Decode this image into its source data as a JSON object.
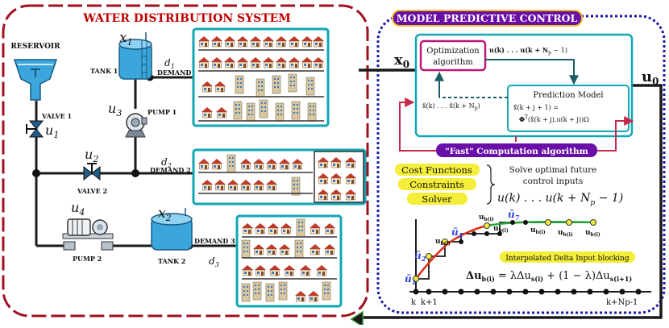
{
  "left_panel": {
    "title": "WATER DISTRIBUTION SYSTEM",
    "reservoir": "RESERVOIR",
    "tank1": "TANK 1",
    "tank2": "TANK 2",
    "pump1": "PUMP 1",
    "pump2": "PUMP 2",
    "valve1": "VALVE 1",
    "valve2": "VALVE 2",
    "demand1": "DEMAND 1",
    "demand2": "DEMAND 2",
    "demand3": "DEMAND 3",
    "x1": "x",
    "x1_sub": "1",
    "x2": "x",
    "x2_sub": "2",
    "u1": "u",
    "u1_sub": "1",
    "u2": "u",
    "u2_sub": "2",
    "u3": "u",
    "u3_sub": "3",
    "u4": "u",
    "u4_sub": "4",
    "d1": "d",
    "d1_sub": "1",
    "d2": "d",
    "d2_sub": "2",
    "d3": "d",
    "d3_sub": "3"
  },
  "mpc_panel": {
    "title": "MODEL PREDICTIVE CONTROL",
    "x0": "x",
    "x0_sub": "0",
    "u0": "u",
    "u0_sub": "0",
    "optimization_line1": "Optimization",
    "optimization_line2": "algorithm",
    "u_sequence": "u(k) . . . u(k + N",
    "u_sequence_sub": "p",
    "u_sequence_end": " − 1)",
    "x_sequence": "x̂(k) . . . x̂(k + N",
    "x_sequence_sub": "p",
    "x_sequence_end": ")",
    "prediction_title": "Prediction Model",
    "prediction_eq1": "x̂(k + j + 1) =",
    "prediction_eq2": "Φ",
    "prediction_eq2_sup": "T",
    "prediction_eq2_end": "(x̂(k + j),u(k + j))Ω",
    "fast_label": "\"Fast\" Computation algorithm",
    "cost_functions": "Cost Functions",
    "constraints": "Constraints",
    "solver": "Solver",
    "solve_line1": "Solve optimal future",
    "solve_line2": "control inputs",
    "u_horizon": "u(k)  . . .  u(k + N",
    "u_horizon_sub": "p",
    "u_horizon_end": " − 1)",
    "blocking_label": "Interpolated Delta Input blocking",
    "delta_eq_a": "Δu",
    "delta_eq_a_sub": "b(i)",
    "delta_eq_b": " = λΔu",
    "delta_eq_b_sub": "s(i)",
    "delta_eq_c": " + (1 − λ)Δu",
    "delta_eq_c_sub": "s(i+1)",
    "axis_k": "k",
    "axis_k1": "k+1",
    "axis_end": "k+Np-1",
    "ubar1": "ū",
    "ubar1_sub": "1",
    "ubar2": "ū",
    "ubar2_sub": "2",
    "ubar4": "ū",
    "ubar4_sub": "4",
    "ubar7": "ū",
    "ubar7_sub": "7",
    "ub": "u",
    "ub_sub": "b(i)"
  },
  "colors": {
    "left_border": "#a01020",
    "title_red": "#c00000",
    "mpc_border": "#1a1aa8",
    "mpc_title_bg": "#6a0ea8",
    "teal_box": "#12a5b5",
    "magenta": "#c0157a",
    "feedback_red": "#c8264a",
    "yellow": "#f4ee3a",
    "dark_teal": "#1f5d66",
    "tank_blue": "#3aa6dc",
    "blue_text": "#2f3fd6",
    "green_curve": "#28a838",
    "red_curve": "#e0301a"
  }
}
